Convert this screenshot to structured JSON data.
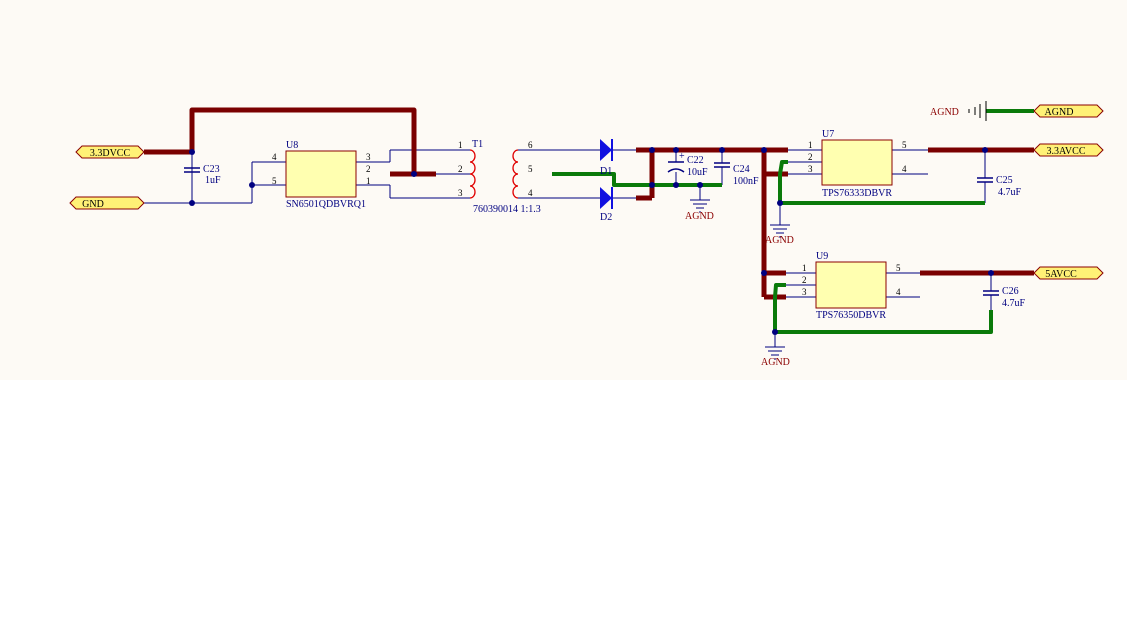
{
  "ports": {
    "p33dvcc": "3.3DVCC",
    "gnd": "GND",
    "agnd": "AGND",
    "p33avcc": "3.3AVCC",
    "p5avcc": "5AVCC"
  },
  "components": {
    "u8": {
      "ref": "U8",
      "part": "SN6501QDBVRQ1",
      "pins": [
        "4",
        "5",
        "3",
        "2",
        "1"
      ]
    },
    "t1": {
      "ref": "T1",
      "part": "760390014 1:1.3",
      "pins": [
        "1",
        "2",
        "3",
        "6",
        "5",
        "4"
      ]
    },
    "d1": {
      "ref": "D1"
    },
    "d2": {
      "ref": "D2"
    },
    "c23": {
      "ref": "C23",
      "value": "1uF"
    },
    "c22": {
      "ref": "C22",
      "value": "10uF"
    },
    "c24": {
      "ref": "C24",
      "value": "100nF"
    },
    "u7": {
      "ref": "U7",
      "part": "TPS76333DBVR",
      "pins": [
        "1",
        "2",
        "3",
        "5",
        "4"
      ]
    },
    "c25": {
      "ref": "C25",
      "value": "4.7uF"
    },
    "u9": {
      "ref": "U9",
      "part": "TPS76350DBVR",
      "pins": [
        "1",
        "2",
        "3",
        "5",
        "4"
      ]
    },
    "c26": {
      "ref": "C26",
      "value": "4.7uF"
    }
  },
  "ground_labels": {
    "g1": "AGND",
    "g2": "AGND",
    "g3": "AGND",
    "g4": "AGND"
  },
  "colors": {
    "signal_wire": "#000080",
    "power_wire": "#7a0000",
    "ground_wire": "#0a7a0a",
    "component_fill": "#ffffb0",
    "port_fill": "#fff176",
    "diode": "#1010e0",
    "transformer": "#e00000"
  }
}
